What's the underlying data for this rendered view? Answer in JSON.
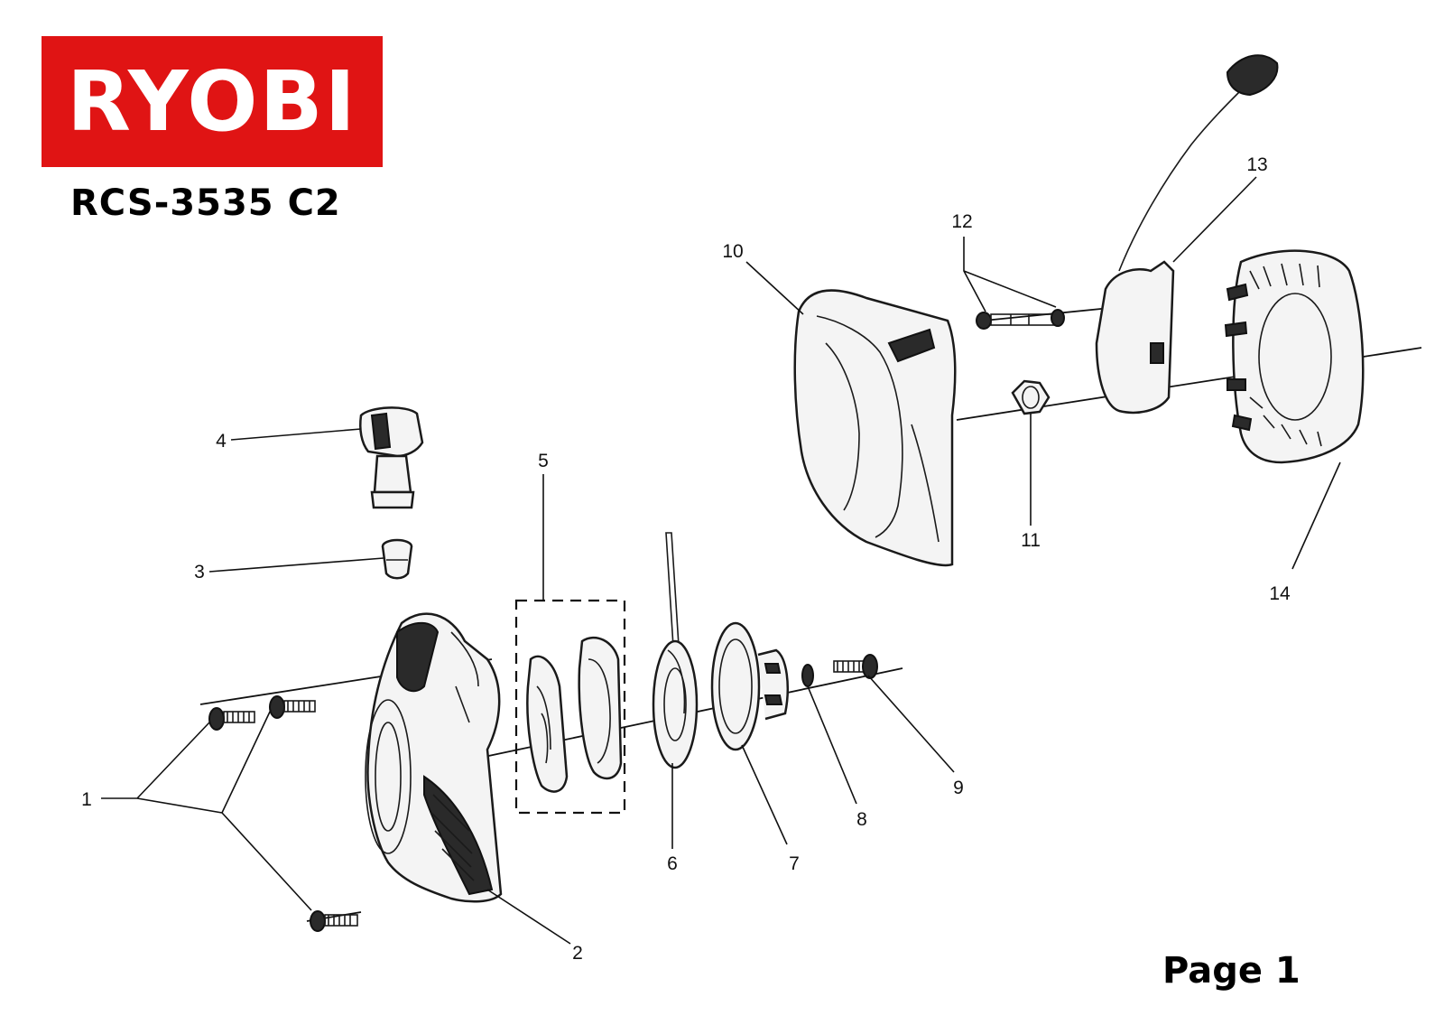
{
  "brand": {
    "logo_text": "RYOBI",
    "logo_color": "#e01414"
  },
  "model": "RCS-3535 C2",
  "page_label": "Page 1",
  "callouts": [
    {
      "id": "c1",
      "text": "1"
    },
    {
      "id": "c2",
      "text": "2"
    },
    {
      "id": "c3",
      "text": "3"
    },
    {
      "id": "c4",
      "text": "4"
    },
    {
      "id": "c5",
      "text": "5"
    },
    {
      "id": "c6",
      "text": "6"
    },
    {
      "id": "c7",
      "text": "7"
    },
    {
      "id": "c8",
      "text": "8"
    },
    {
      "id": "c9",
      "text": "9"
    },
    {
      "id": "c10",
      "text": "10"
    },
    {
      "id": "c11",
      "text": "11"
    },
    {
      "id": "c12",
      "text": "12"
    },
    {
      "id": "c13",
      "text": "13"
    },
    {
      "id": "c14",
      "text": "14"
    }
  ]
}
